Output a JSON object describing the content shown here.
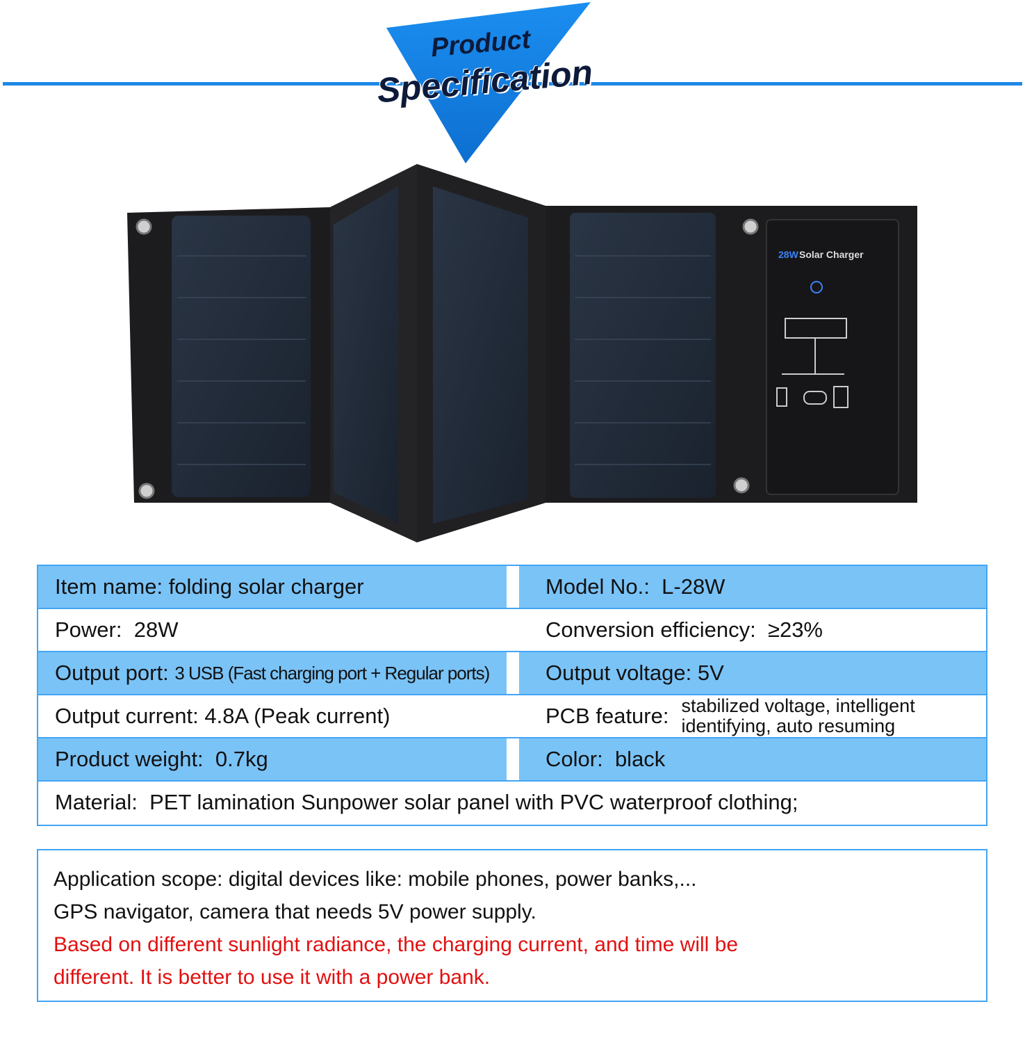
{
  "banner": {
    "line1": "Product",
    "line2": "Specification"
  },
  "product_label": {
    "brand": "28W",
    "name": "Solar Charger"
  },
  "specs": [
    {
      "left": {
        "label": "Item name:",
        "value": "folding solar charger"
      },
      "right": {
        "label": "Model No.:",
        "value": "L-28W"
      }
    },
    {
      "left": {
        "label": "Power:",
        "value": "28W"
      },
      "right": {
        "label": "Conversion efficiency:",
        "value": "≥23%"
      }
    },
    {
      "left": {
        "label": "Output port:",
        "value": "3 USB (Fast charging port + Regular ports)"
      },
      "right": {
        "label": "Output voltage:",
        "value": "5V"
      }
    },
    {
      "left": {
        "label": "Output current:",
        "value": "4.8A (Peak current)"
      },
      "right": {
        "label": "PCB feature:",
        "value_line1": "stabilized voltage, intelligent",
        "value_line2": "identifying, auto resuming"
      }
    },
    {
      "left": {
        "label": "Product weight:",
        "value": "0.7kg"
      },
      "right": {
        "label": "Color:",
        "value": "black"
      }
    },
    {
      "full": {
        "label": "Material:",
        "value": "PET lamination Sunpower solar panel with PVC waterproof clothing;"
      }
    }
  ],
  "application": {
    "line1": "Application scope: digital devices like: mobile phones, power banks,...",
    "line2": "GPS navigator, camera that needs 5V power supply.",
    "warning1": "Based on different sunlight radiance, the charging current, and time will be",
    "warning2": "different. It is better to use it with a power bank."
  },
  "colors": {
    "accent": "#1e88e5",
    "row_fill": "#7ac3f7",
    "border": "#42a5f5",
    "warning": "#e21010"
  }
}
